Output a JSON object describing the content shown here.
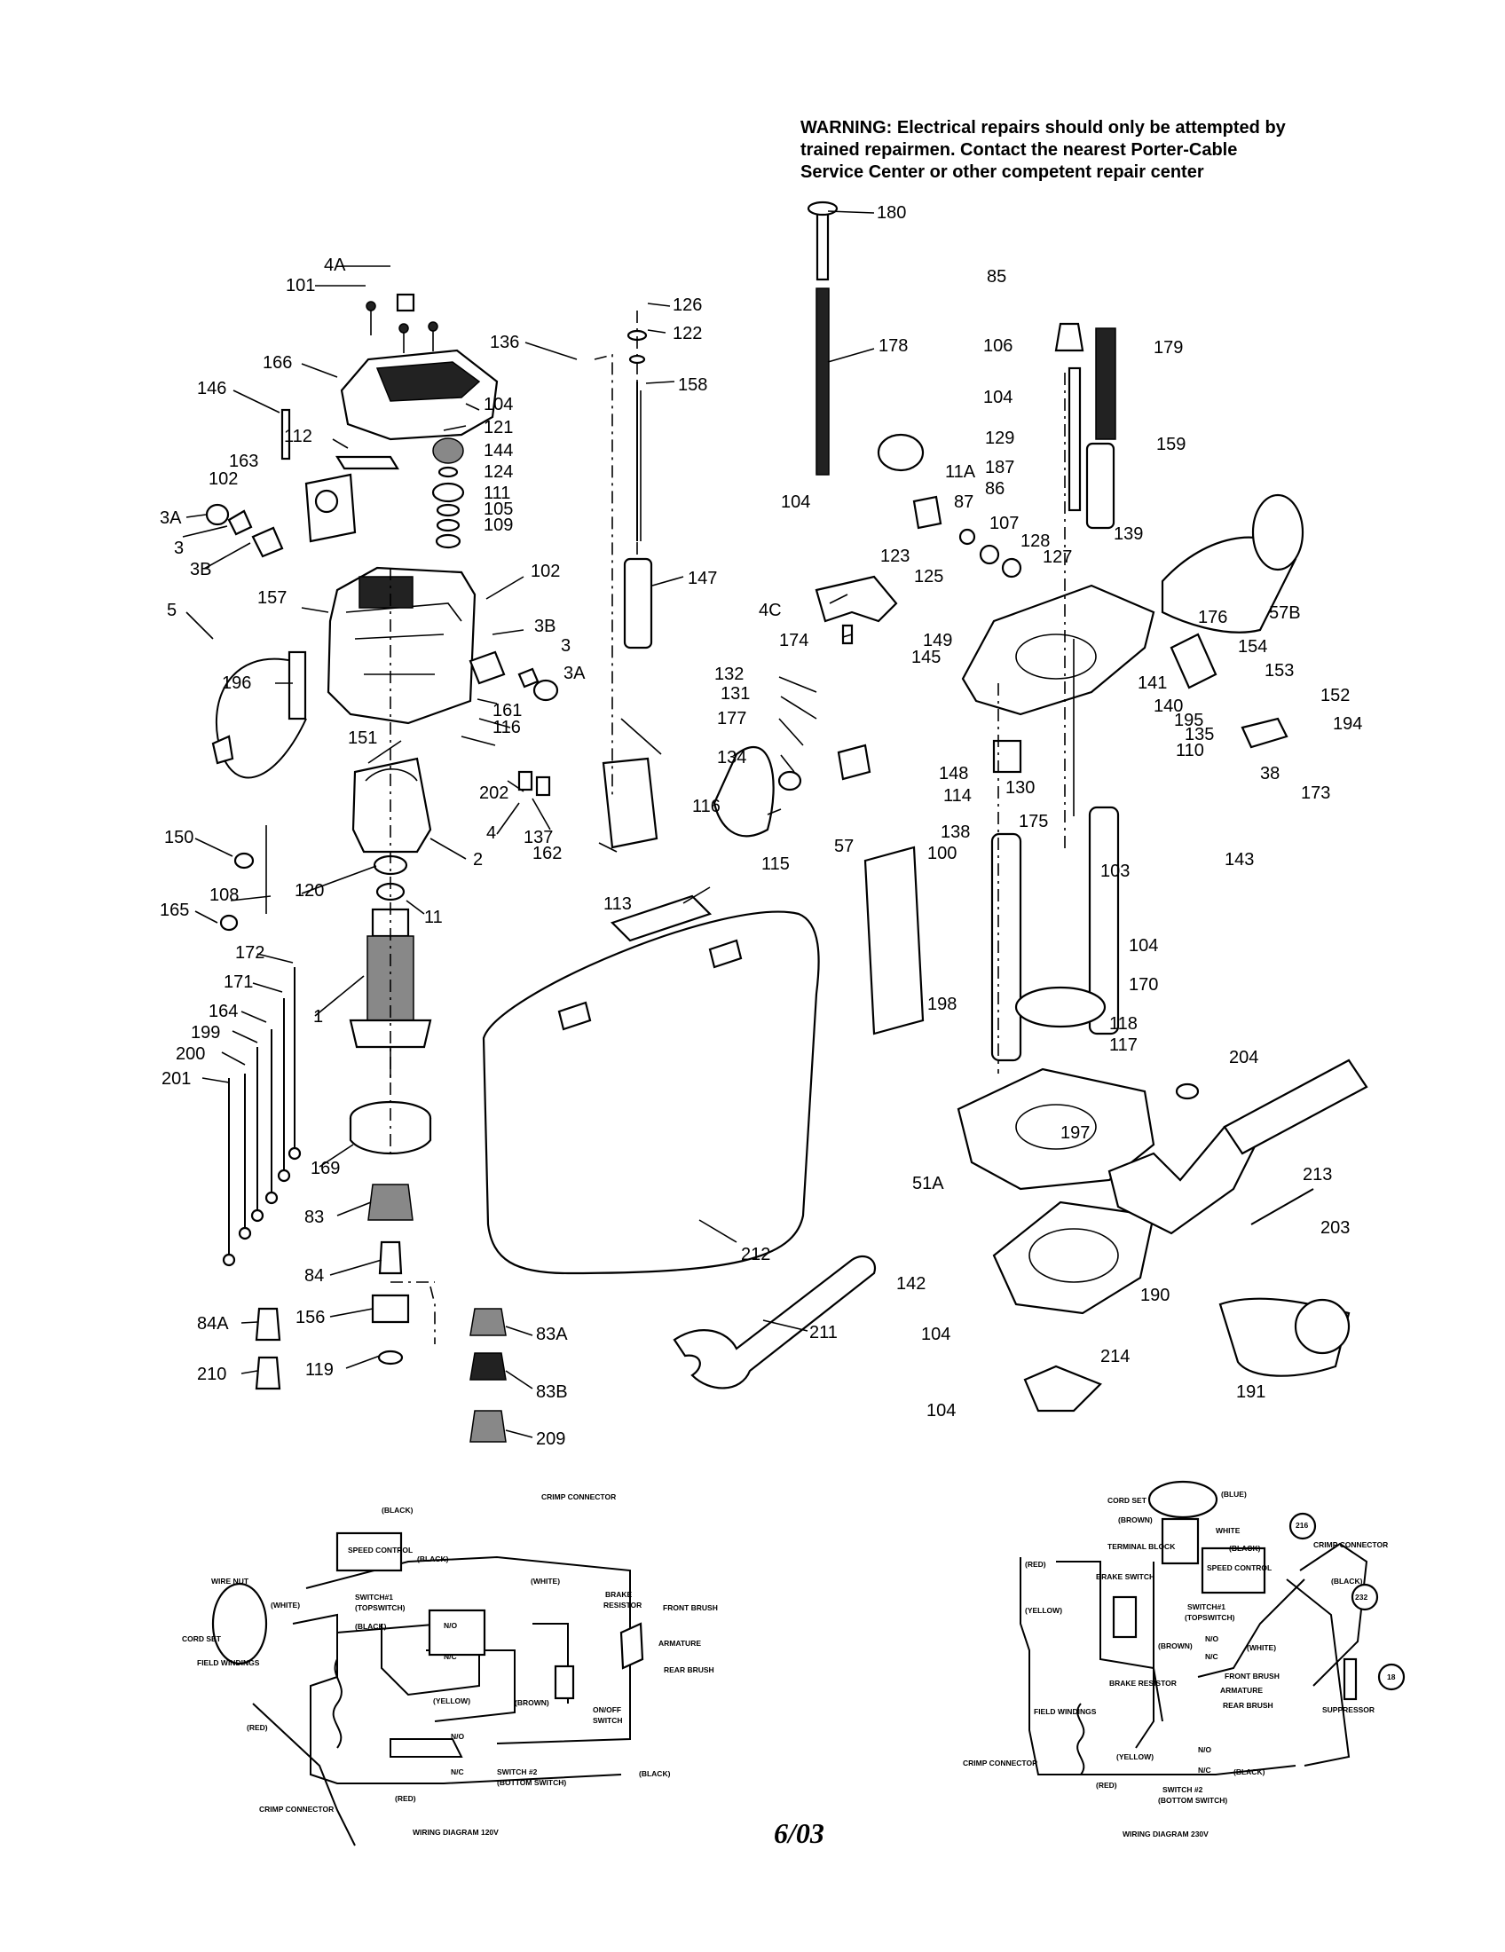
{
  "warning": "WARNING: Electrical repairs should only be attempted by trained repairmen. Contact the nearest Porter-Cable Service Center or other competent repair center",
  "date": "6/03",
  "left_labels": {
    "p4A": "4A",
    "p101": "101",
    "p166": "166",
    "p146": "146",
    "p104a": "104",
    "p121": "121",
    "p112": "112",
    "p144": "144",
    "p124": "124",
    "p111": "111",
    "p105": "105",
    "p109": "109",
    "p163": "163",
    "p102a": "102",
    "p3Aa": "3A",
    "p3a": "3",
    "p3Ba": "3B",
    "p5": "5",
    "p157": "157",
    "p102b": "102",
    "p3Bb": "3B",
    "p3b": "3",
    "p3Ab": "3A",
    "p196": "196",
    "p161": "161",
    "p116a": "116",
    "p151": "151",
    "p202": "202",
    "p4": "4",
    "p137": "137",
    "p2": "2",
    "p150": "150",
    "p120": "120",
    "p108": "108",
    "p11": "11",
    "p165": "165",
    "p172": "172",
    "p171": "171",
    "p164": "164",
    "p199": "199",
    "p1": "1",
    "p200": "200",
    "p201": "201",
    "p169": "169",
    "p83": "83",
    "p84": "84",
    "p156": "156",
    "p84A": "84A",
    "p210": "210",
    "p119": "119",
    "p83A": "83A",
    "p83B": "83B",
    "p209": "209"
  },
  "center_labels": {
    "p136": "136",
    "p126": "126",
    "p122": "122",
    "p158": "158",
    "p147": "147",
    "p180": "180",
    "p178": "178",
    "p104b": "104",
    "p116b": "116",
    "p162": "162",
    "p113": "113",
    "p132": "132",
    "p131": "131",
    "p177": "177",
    "p134": "134",
    "p57": "57",
    "p212": "212",
    "p211": "211",
    "p4C": "4C",
    "p174": "174"
  },
  "right_labels": {
    "p85": "85",
    "p106": "106",
    "p179": "179",
    "p104c": "104",
    "p129": "129",
    "p159": "159",
    "p11A": "11A",
    "p187": "187",
    "p86": "86",
    "p87": "87",
    "p107": "107",
    "p128": "128",
    "p127": "127",
    "p139": "139",
    "p123": "123",
    "p57B": "57B",
    "p125": "125",
    "p149": "149",
    "p176": "176",
    "p145": "145",
    "p154": "154",
    "p141": "141",
    "p153": "153",
    "p152": "152",
    "p194": "194",
    "p140": "140",
    "p195": "195",
    "p135": "135",
    "p110": "110",
    "p148": "148",
    "p114": "114",
    "p130": "130",
    "p38": "38",
    "p173": "173",
    "p138": "138",
    "p175": "175",
    "p143": "143",
    "p100": "100",
    "p103": "103",
    "p115": "115",
    "p104d": "104",
    "p170": "170",
    "p198": "198",
    "p118": "118",
    "p117": "117",
    "p204": "204",
    "p197": "197",
    "p213": "213",
    "p51A": "51A",
    "p203": "203",
    "p142": "142",
    "p190": "190",
    "p104e": "104",
    "p214": "214",
    "p191": "191",
    "p104f": "104"
  },
  "wiring_120v": {
    "black_top": "(BLACK)",
    "crimp_connector": "CRIMP CONNECTOR",
    "speed_control": "SPEED CONTROL",
    "black2": "(BLACK)",
    "white1": "(WHITE)",
    "wire_nut": "WIRE NUT",
    "white2": "(WHITE)",
    "switch1": "SWITCH#1",
    "topswitch": "(TOPSWITCH)",
    "brake": "BRAKE",
    "resistor": "RESISTOR",
    "front_brush": "FRONT BRUSH",
    "armature": "ARMATURE",
    "cord_set": "CORD SET",
    "black3": "(BLACK)",
    "no1": "N/O",
    "nc1": "N/C",
    "rear_brush": "REAR BRUSH",
    "field_windings": "FIELD WINDINGS",
    "yellow": "(YELLOW)",
    "brown": "(BROWN)",
    "onoff": "ON/OFF",
    "switch_w": "SWITCH",
    "red1": "(RED)",
    "no2": "N/O",
    "nc2": "N/C",
    "switch2": "SWITCH #2",
    "bottom_switch": "(BOTTOM SWITCH)",
    "black4": "(BLACK)",
    "red2": "(RED)",
    "crimp2": "CRIMP CONNECTOR",
    "title": "WIRING DIAGRAM 120V"
  },
  "wiring_230v": {
    "cord_set": "CORD SET",
    "blue": "(BLUE)",
    "brown": "(BROWN)",
    "white": "WHITE",
    "terminal_block": "TERMINAL BLOCK",
    "black1": "(BLACK)",
    "red": "(RED)",
    "n216": "216",
    "crimp_connector": "CRIMP CONNECTOR",
    "brake_switch": "BRAKE SWITCH",
    "black2": "(BLACK)",
    "speed_control": "SPEED CONTROL",
    "yellow1": "(YELLOW)",
    "n232": "232",
    "switch1": "SWITCH#1",
    "topswitch": "(TOPSWITCH)",
    "brake_resistor": "BRAKE RESISTOR",
    "brown2": "(BROWN)",
    "no1": "N/O",
    "nc1": "N/C",
    "white2": "(WHITE)",
    "front_brush": "FRONT BRUSH",
    "armature": "ARMATURE",
    "rear_brush": "REAR BRUSH",
    "suppressor": "SUPPRESSOR",
    "n18": "18",
    "field_windings": "FIELD WINDINGS",
    "crimp2": "CRIMP CONNECTOR",
    "yellow2": "(YELLOW)",
    "red2": "(RED)",
    "no2": "N/O",
    "nc2": "N/C",
    "black3": "(BLACK)",
    "switch2": "SWITCH #2",
    "bottom_switch": "(BOTTOM SWITCH)",
    "title": "WIRING DIAGRAM 230V"
  }
}
